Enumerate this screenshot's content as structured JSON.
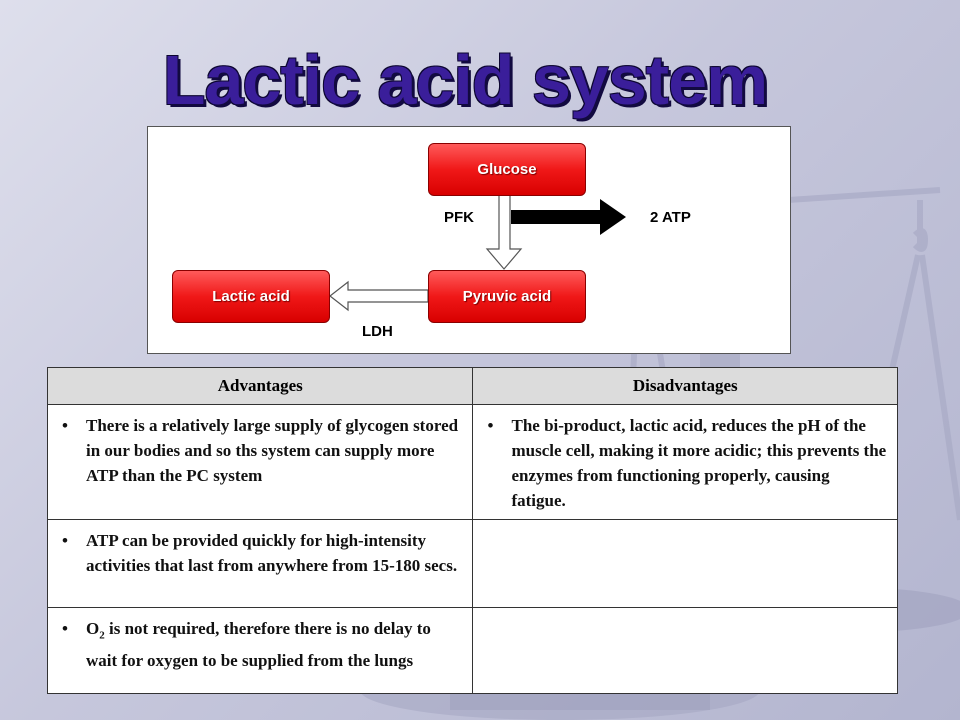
{
  "title": "Lactic acid system",
  "diagram": {
    "glucose": "Glucose",
    "pyruvic_acid": "Pyruvic acid",
    "lactic_acid": "Lactic acid",
    "enzyme_pfk": "PFK",
    "atp_yield": "2 ATP",
    "enzyme_ldh": "LDH"
  },
  "table": {
    "headers": [
      "Advantages",
      "Disadvantages"
    ],
    "bullet": "•",
    "advantages": [
      "There is a relatively large supply of glycogen stored in our bodies and so ths system can supply more ATP than the PC system",
      "ATP can be provided quickly for high-intensity activities that last from anywhere from 15-180 secs."
    ],
    "advantage_3": {
      "o": "O",
      "subscript": "2",
      "rest": " is not required, therefore there is no delay to wait for oxygen to be supplied from the lungs"
    },
    "disadvantages": [
      "The bi-product, lactic acid, reduces the pH of the muscle cell, making it more acidic; this prevents the enzymes from functioning properly, causing fatigue."
    ]
  },
  "colors": {
    "title": "#3a1e9a",
    "box_fill": "#f01818",
    "header_fill": "#dcdcdc"
  }
}
